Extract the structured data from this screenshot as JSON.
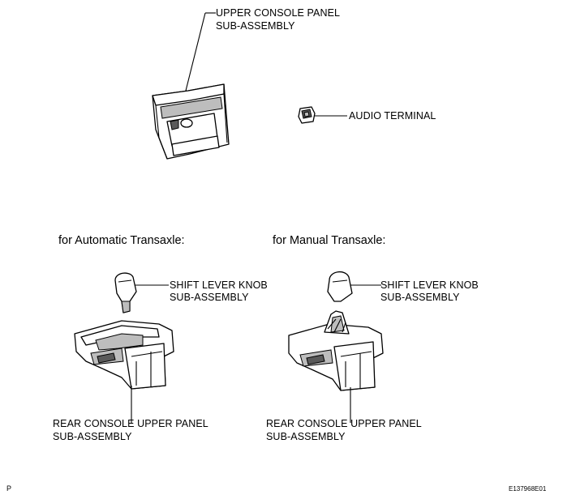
{
  "labels": {
    "upper_console_l1": "UPPER CONSOLE PANEL",
    "upper_console_l2": "SUB-ASSEMBLY",
    "audio_terminal": "AUDIO TERMINAL",
    "shift_knob_l1": "SHIFT LEVER KNOB",
    "shift_knob_l2": "SUB-ASSEMBLY",
    "rear_console_l1": "REAR CONSOLE UPPER PANEL",
    "rear_console_l2": "SUB-ASSEMBLY"
  },
  "sections": {
    "automatic": "for Automatic Transaxle:",
    "manual": "for Manual Transaxle:"
  },
  "footer": {
    "left_mark": "P",
    "figure_id": "E137968E01"
  }
}
